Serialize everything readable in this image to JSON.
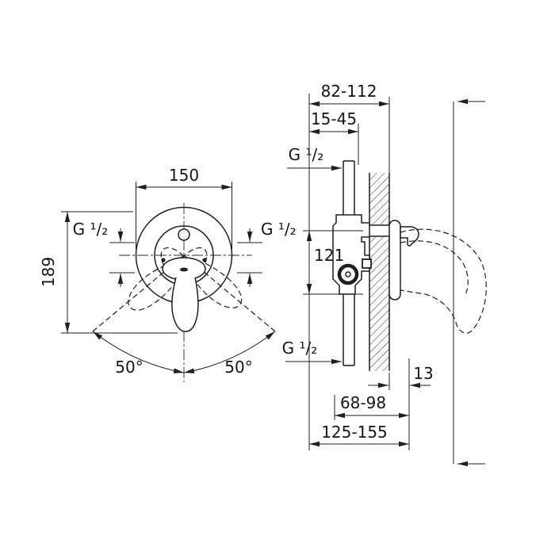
{
  "colors": {
    "line": "#1f1f1f",
    "background": "#ffffff",
    "hatch": "#3a3a3a"
  },
  "front_view": {
    "width_dim": "150",
    "height_dim": "189",
    "thread_left": "G ¹/₂",
    "thread_right": "G ¹/₂",
    "swing_angle_left": "50°",
    "swing_angle_right": "50°"
  },
  "side_view": {
    "depth_range_top": "82-112",
    "rough_in_range": "15-45",
    "thread_top": "G ¹/₂",
    "port_distance": "121",
    "thread_bottom": "G ¹/₂",
    "plate_offset": "13",
    "depth_range_mid": "68-98",
    "depth_range_total": "125-155"
  }
}
